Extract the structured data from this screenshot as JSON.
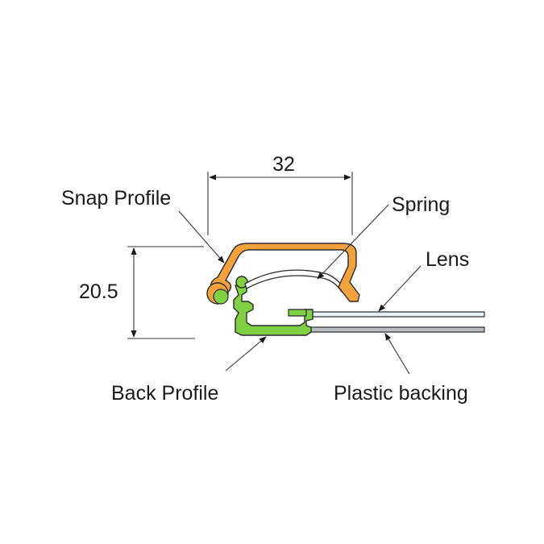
{
  "dimensions": {
    "width_label": "32",
    "height_label": "20.5"
  },
  "labels": {
    "snap_profile": "Snap Profile",
    "spring": "Spring",
    "lens": "Lens",
    "back_profile": "Back Profile",
    "plastic_backing": "Plastic backing"
  },
  "colors": {
    "snap_profile": "#f3a13a",
    "back_profile": "#7fd143",
    "lens": "#e4f1f8",
    "plastic_backing": "#b9bcc0",
    "outline": "#2a2a2a",
    "spring": "#ffffff"
  }
}
